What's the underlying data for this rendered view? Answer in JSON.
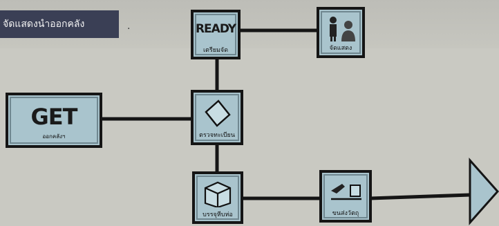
{
  "header": {
    "title": "จัดแสดงนำออกคลัง",
    "trailing": "."
  },
  "nodes": {
    "ready": {
      "word": "READY",
      "label": "เตรียมจัด",
      "icon": "text-icon"
    },
    "display": {
      "label": "จัดแสดง",
      "icon": "people-icon"
    },
    "get": {
      "word": "GET",
      "label": "ออกคลังฯ"
    },
    "check": {
      "label": "ตรวจทะเบียน",
      "icon": "document-icon"
    },
    "pack": {
      "label": "บรรจุหีบห่อ",
      "icon": "box-icon"
    },
    "transport": {
      "label": "ขนส่งวัตถุ",
      "icon": "truck-icon"
    }
  },
  "colors": {
    "node_fill": "#a9c4cd",
    "line": "#151515",
    "title_bg": "#3a3f55"
  }
}
